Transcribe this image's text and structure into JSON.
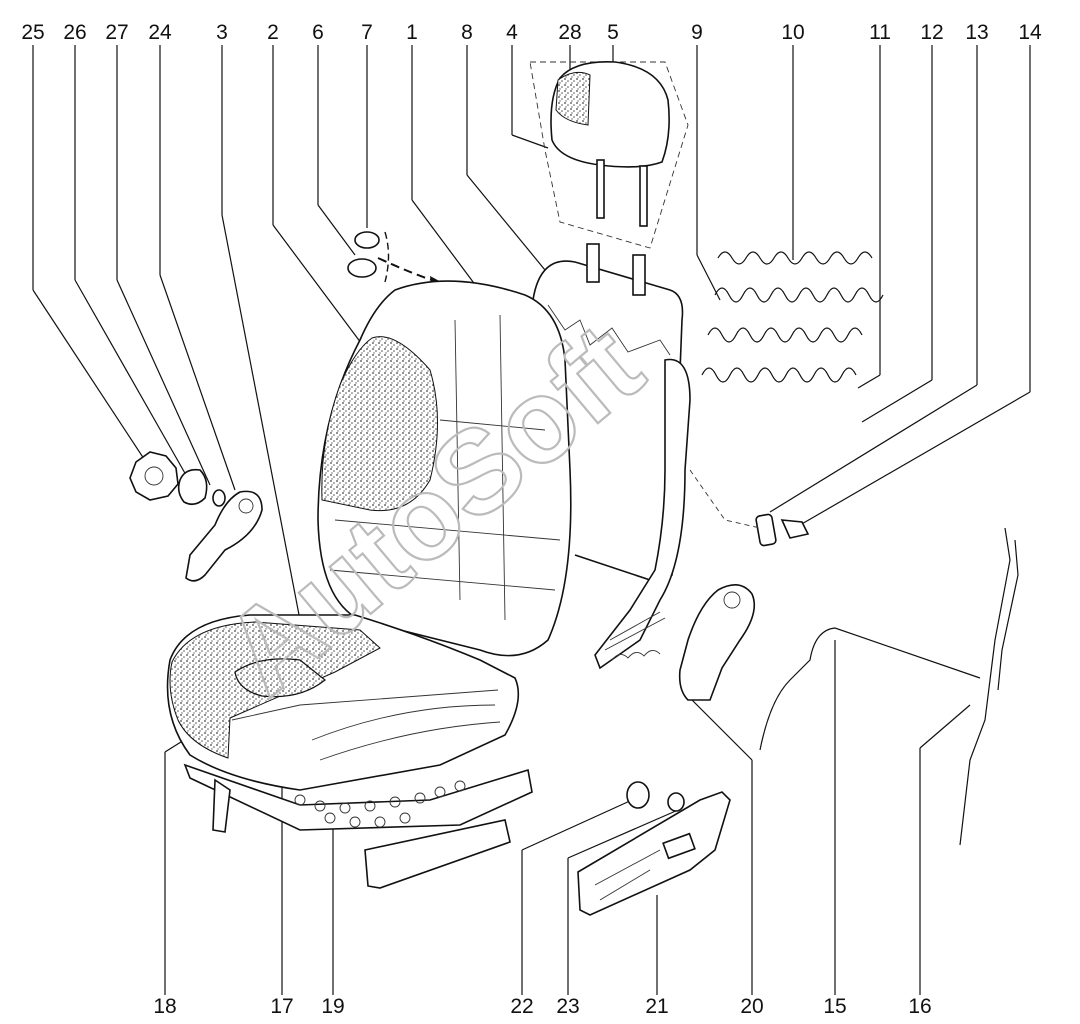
{
  "watermark": "AutoSoft",
  "callouts_top": [
    "25",
    "26",
    "27",
    "24",
    "3",
    "2",
    "6",
    "7",
    "1",
    "8",
    "4",
    "28",
    "5",
    "9",
    "10",
    "11",
    "12",
    "13",
    "14"
  ],
  "callouts_bottom": [
    "18",
    "17",
    "19",
    "22",
    "23",
    "21",
    "20",
    "15",
    "16"
  ]
}
